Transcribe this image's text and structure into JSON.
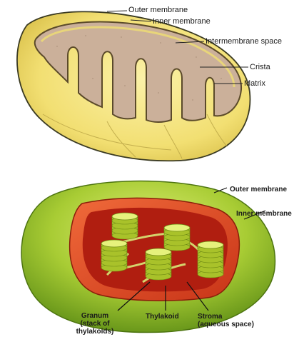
{
  "mitochondrion": {
    "labels": {
      "outer_membrane": "Outer membrane",
      "inner_membrane": "Inner membrane",
      "intermembrane_space": "Intermembrane space",
      "crista": "Crista",
      "matrix": "Matrix"
    }
  },
  "chloroplast": {
    "labels": {
      "outer_membrane": "Outer membrane",
      "inner_membrane": "Inner membrane",
      "granum_line1": "Granum",
      "granum_line2": "(stack of",
      "granum_line3": "thylakoids)",
      "thylakoid": "Thylakoid",
      "stroma_line1": "Stroma",
      "stroma_line2": "(aqueous space)"
    }
  },
  "colors": {
    "mito_outer": "#f2e07a",
    "mito_inner": "#c9a98c",
    "chloro_outer": "#9cc630",
    "chloro_inner": "#e8502a",
    "granum": "#c9de4a"
  }
}
